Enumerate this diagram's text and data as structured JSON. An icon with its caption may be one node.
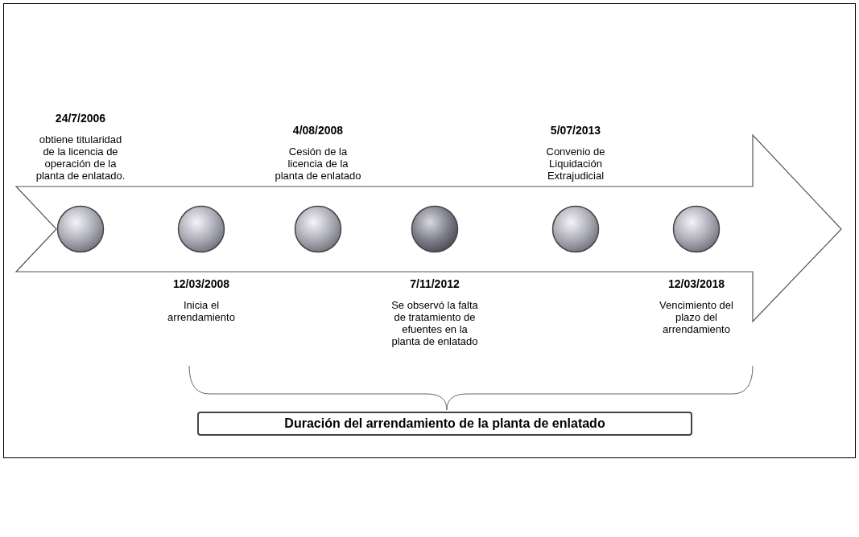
{
  "diagram": {
    "nodes": [
      {
        "text": [],
        "shape": "arrow"
      },
      {
        "text": [],
        "shape": "circle",
        "in": 0,
        "beside": [
          "24/7/2006",
          "obtiene titularidad de la licencia de operación de la planta de enlatado."
        ]
      },
      {
        "text": [],
        "shape": "circle",
        "in": 0,
        "beside": [
          "12/03/2008",
          "Inicia el arrendamiento"
        ]
      },
      {
        "text": [],
        "shape": "circle",
        "in": 0,
        "beside": [
          "4/08/2008",
          "Cesión de la licencia de la planta de enlatado"
        ]
      },
      {
        "text": [],
        "shape": "circle",
        "in": 0,
        "beside": [
          "7/11/2012",
          "Se observó la falta de tratamiento de efuentes en la planta de enlatado"
        ]
      },
      {
        "text": [],
        "shape": "circle",
        "in": 0,
        "beside": [
          "5/07/2013",
          "Convenio de Liquidación Extrajudicial"
        ]
      },
      {
        "text": [],
        "shape": "circle",
        "in": 0,
        "beside": [
          "12/03/2018",
          "Vencimiento del plazo del arrendamiento"
        ]
      },
      {
        "text": [
          "Duración del arrendamiento de la planta de enlatado"
        ]
      }
    ],
    "edges": []
  }
}
